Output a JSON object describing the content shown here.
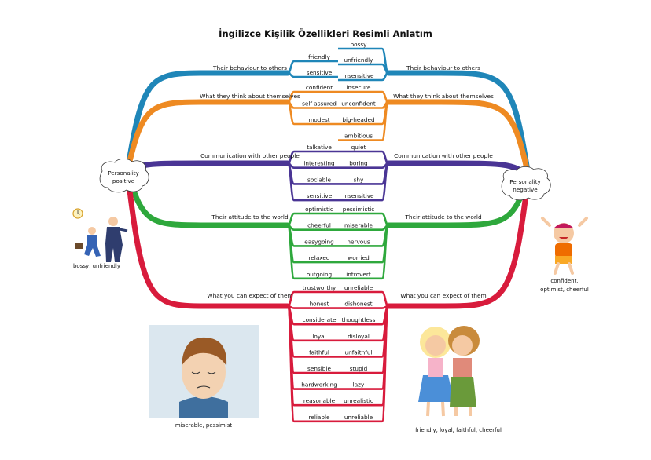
{
  "title": "İngilizce Kişilik Özellikleri Resimli Anlatım",
  "positive_bubble": [
    "Personality",
    "positive"
  ],
  "negative_bubble": [
    "Personality",
    "negative"
  ],
  "branches": [
    {
      "name": "behaviour",
      "color": "#1f86b8",
      "label_left": "Their behaviour to others",
      "label_right": "Their behaviour to others",
      "positive": [
        "friendly",
        "sensitive"
      ],
      "negative": [
        "bossy",
        "unfriendly",
        "insensitive"
      ]
    },
    {
      "name": "think",
      "color": "#ee8a22",
      "label_left": "What they think about themselves",
      "label_right": "What they think about themselves",
      "positive": [
        "confident",
        "self-assured",
        "modest"
      ],
      "negative": [
        "insecure",
        "unconfident",
        "big-headed",
        "ambitious"
      ]
    },
    {
      "name": "communication",
      "color": "#4a3595",
      "label_left": "Communication with other people",
      "label_right": "Communication with other people",
      "positive": [
        "talkative",
        "interesting",
        "sociable",
        "sensitive"
      ],
      "negative": [
        "quiet",
        "boring",
        "shy",
        "insensitive"
      ]
    },
    {
      "name": "attitude",
      "color": "#2ea83c",
      "label_left": "Their attitude to the world",
      "label_right": "Their attitude to the world",
      "positive": [
        "optimistic",
        "cheerful",
        "easygoing",
        "relaxed",
        "outgoing"
      ],
      "negative": [
        "pessimistic",
        "miserable",
        "nervous",
        "worried",
        "introvert"
      ]
    },
    {
      "name": "expect",
      "color": "#d81b3c",
      "label_left": "What you can expect of them",
      "label_right": "What you can expect of them",
      "positive": [
        "trustworthy",
        "honest",
        "considerate",
        "loyal",
        "faithful",
        "sensible",
        "hardworking",
        "reasonable",
        "reliable"
      ],
      "negative": [
        "unreliable",
        "dishonest",
        "thoughtless",
        "disloyal",
        "unfaithful",
        "stupid",
        "lazy",
        "unrealistic",
        "unreliable"
      ]
    }
  ],
  "captions": {
    "businessmen": "bossy, unfriendly",
    "jumping_kid": [
      "confident,",
      "optimist, cheerful"
    ],
    "sad_boy": "miserable, pessimist",
    "girls": "friendly, loyal, faithful, cheerful"
  },
  "illustrations": [
    "businessmen-arguing-illustration",
    "jumping-kid-illustration",
    "sad-boy-illustration",
    "hugging-girls-illustration"
  ]
}
